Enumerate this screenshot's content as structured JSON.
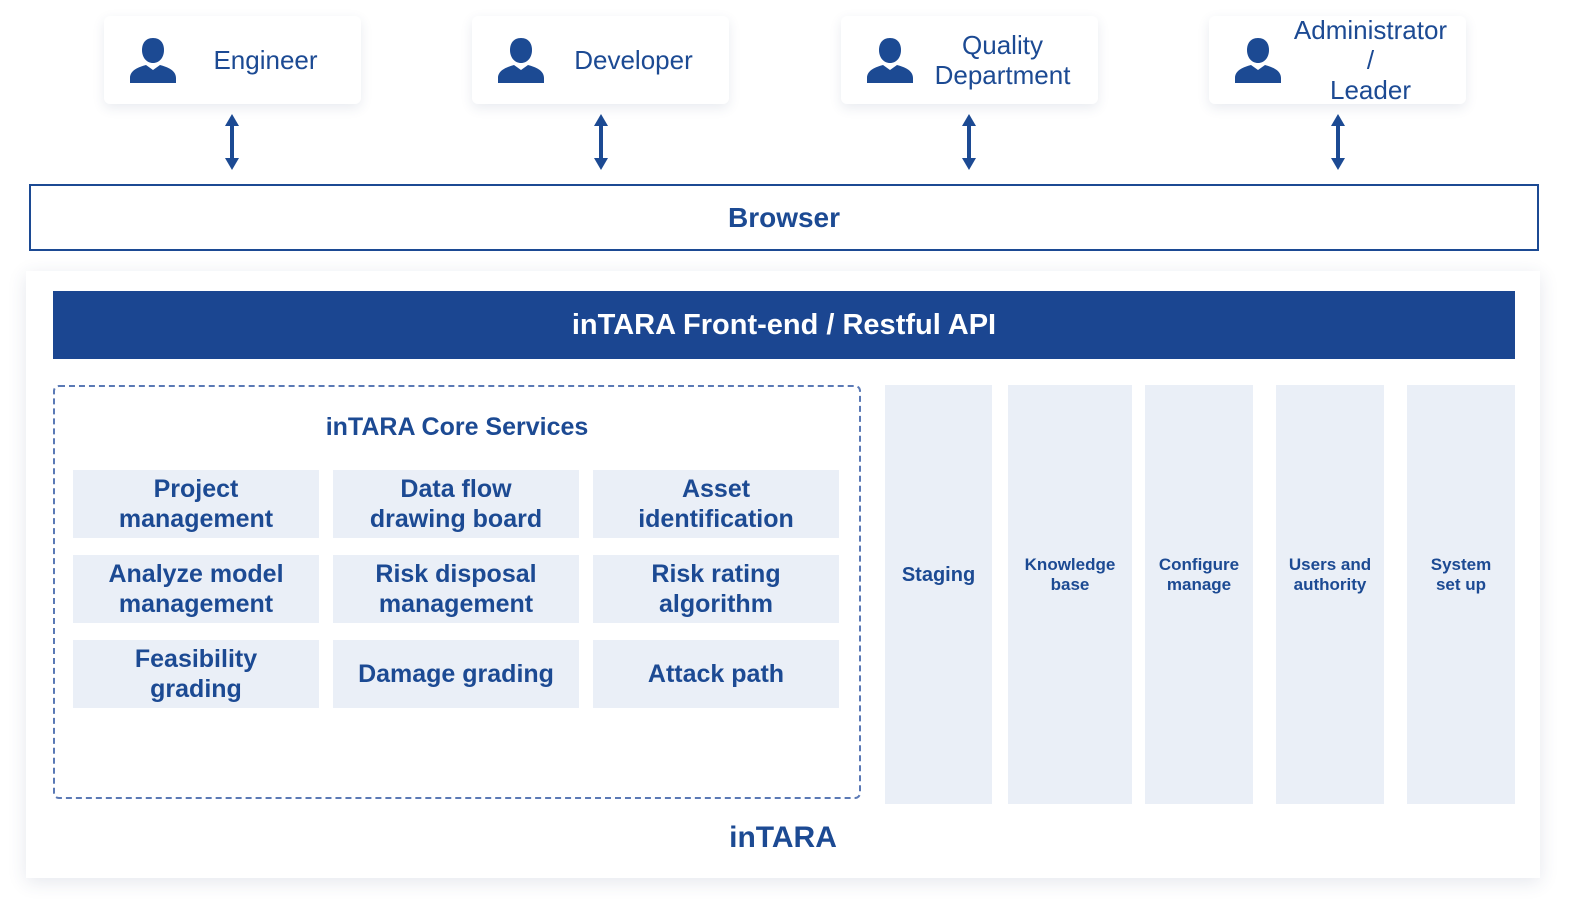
{
  "roles": [
    {
      "label": "Engineer"
    },
    {
      "label": "Developer"
    },
    {
      "label": "Quality\nDepartment"
    },
    {
      "label": "Administrator /\nLeader"
    }
  ],
  "browser": {
    "label": "Browser"
  },
  "api": {
    "label": "inTARA Front-end / Restful API"
  },
  "core": {
    "title": "inTARA Core Services",
    "services": [
      {
        "label": "Project\nmanagement"
      },
      {
        "label": "Data flow\ndrawing board"
      },
      {
        "label": "Asset\nidentification"
      },
      {
        "label": "Analyze model\nmanagement"
      },
      {
        "label": "Risk disposal\nmanagement"
      },
      {
        "label": "Risk rating\nalgorithm"
      },
      {
        "label": "Feasibility\ngrading"
      },
      {
        "label": "Damage grading"
      },
      {
        "label": "Attack path"
      }
    ]
  },
  "modules": [
    {
      "label": "Staging"
    },
    {
      "label": "Knowledge\nbase"
    },
    {
      "label": "Configure\nmanage"
    },
    {
      "label": "Users and\nauthority"
    },
    {
      "label": "System\nset up"
    }
  ],
  "footer": {
    "label": "inTARA"
  },
  "colors": {
    "primary": "#1b4691",
    "tile": "#eaeff7",
    "dashed": "#5a79b5"
  }
}
